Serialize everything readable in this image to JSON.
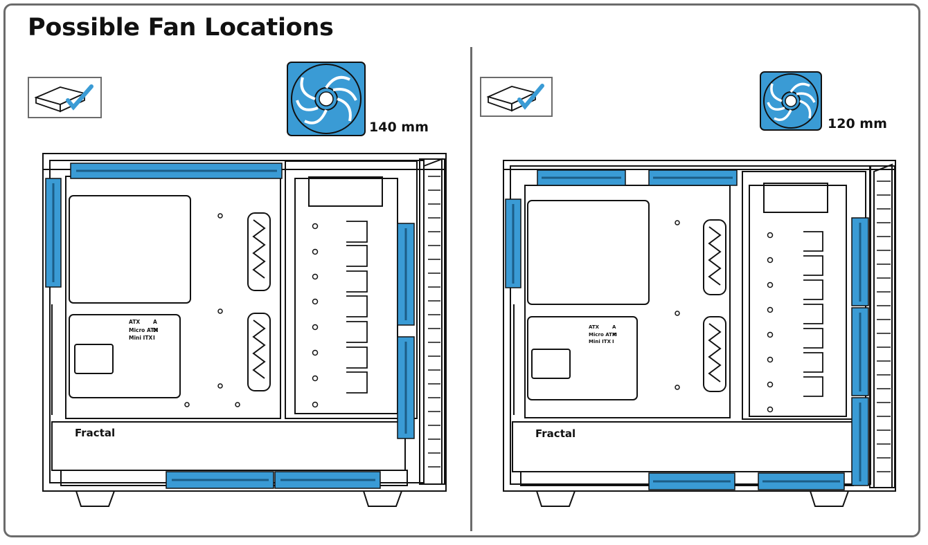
{
  "title": "Possible Fan Locations",
  "colors": {
    "fan_blue": "#3a9bd5",
    "fan_dark": "#1c5d86",
    "line": "#111111",
    "border": "#6b6b6b"
  },
  "left": {
    "fan_size_label": "140 mm",
    "case_logo": "Fractal",
    "icon": "drive-check-icon"
  },
  "right": {
    "fan_size_label": "120 mm",
    "case_logo": "Fractal",
    "icon": "drive-check-icon"
  },
  "board_labels": {
    "atx": "ATX",
    "matx": "Micro ATX",
    "itx": "Mini ITX",
    "a": "A",
    "m": "M",
    "i": "I"
  }
}
